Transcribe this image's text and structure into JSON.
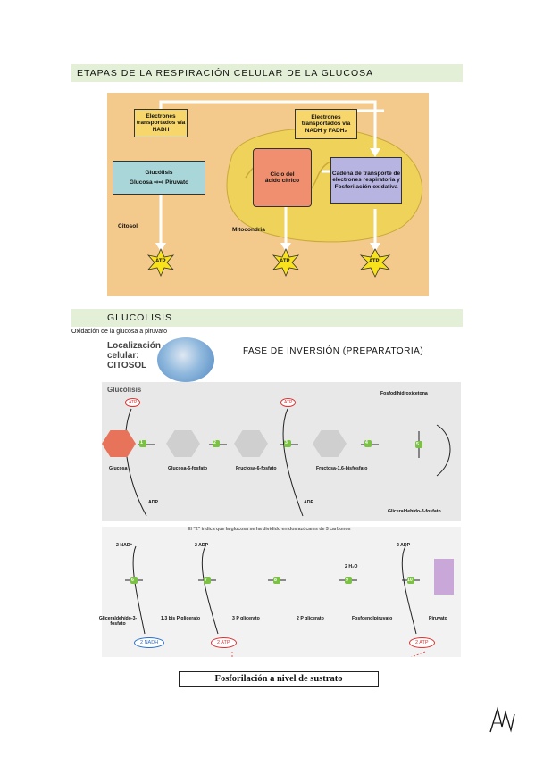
{
  "section1": {
    "title": "ETAPAS DE LA RESPIRACIÓN CELULAR DE LA GLUCOSA"
  },
  "fig1": {
    "box_nadh": "Electrones transportados vía NADH",
    "box_nadh_fadh": "Electrones transportados vía NADH y FADH₂",
    "glucolisis": "Glucólisis",
    "glucosa": "Glucosa",
    "piruvato": "Piruvato",
    "krebs": "Ciclo del ácido cítrico",
    "cadena": "Cadena de transporte de electrones respiratoria y Fosforilación oxidativa",
    "citosol": "Citosol",
    "mitocondria": "Mitocondria",
    "atp": "ATP"
  },
  "section2": {
    "title": "GLUCOLISIS",
    "subtitle": "Oxidación de la glucosa a piruvato"
  },
  "loc": {
    "label": "Localización celular:",
    "value": "CITOSOL"
  },
  "fase": "FASE DE INVERSIÓN (PREPARATORIA)",
  "fig2": {
    "title": "Glucólisis",
    "atp": "ATP",
    "adp": "ADP",
    "compounds": [
      "Glucosa",
      "Glucosa-6-fosfato",
      "Fructosa-6-fosfato",
      "Fructosa-1,6-bisfosfato"
    ],
    "fosfodi": "Fosfodihidroxicetona",
    "gliceraldehido": "Gliceraldehído-3-fosfato",
    "steps": [
      "1",
      "2",
      "3",
      "4",
      "5"
    ]
  },
  "fig3": {
    "note": "El \"2\" indica que la glucosa se ha dividido en dos azúcares de 3 carbonos",
    "nad": "2 NAD⁺",
    "adp": "2 ADP",
    "h2o": "2 H₂O",
    "compounds": [
      "Gliceraldehído-3-fosfato",
      "1,3 bis P glicerato",
      "3 P glicerato",
      "2 P glicerato",
      "Fosfoenolpiruvato",
      "Piruvato"
    ],
    "steps": [
      "6",
      "7",
      "8",
      "9",
      "10"
    ],
    "nadh": "2 NADH",
    "atp": "2 ATP"
  },
  "banner": "Fosforilación a nivel de sustrato",
  "signature": "AM",
  "colors": {
    "section_bg": "#e4efd8",
    "fig_bg": "#f3c98c",
    "mito": "#efd25a",
    "krebs": "#ef8f6f",
    "cadena": "#b8b4e2",
    "glucolisis": "#a9d6d8",
    "atp_star": "#f7e21c"
  }
}
